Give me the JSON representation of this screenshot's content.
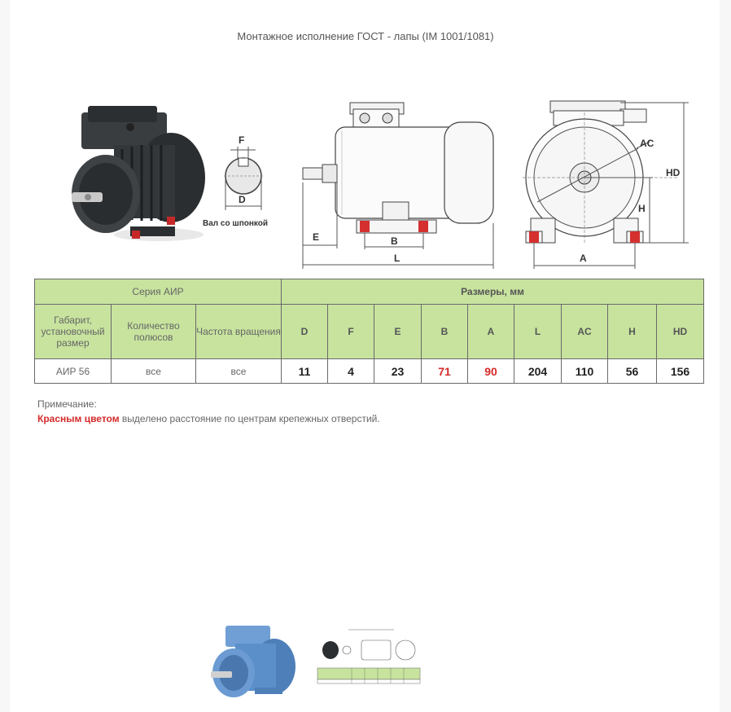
{
  "title": "Монтажное исполнение ГОСТ - лапы (IM 1001/1081)",
  "diagram": {
    "shaft_caption": "Вал со шпонкой",
    "labels": {
      "F": "F",
      "D": "D",
      "E": "E",
      "B": "B",
      "L": "L",
      "AC": "AC",
      "HD": "HD",
      "H": "H",
      "A": "A"
    }
  },
  "table": {
    "series_header": "Серия АИР",
    "dims_header": "Размеры, мм",
    "sub_headers": [
      "Габарит, установочный размер",
      "Количество полюсов",
      "Частота вращения"
    ],
    "dim_columns": [
      "D",
      "F",
      "E",
      "B",
      "A",
      "L",
      "AC",
      "H",
      "HD"
    ],
    "row": {
      "gabarit": "АИР 56",
      "poles": "все",
      "speed": "все",
      "values": [
        "11",
        "4",
        "23",
        "71",
        "90",
        "204",
        "110",
        "56",
        "156"
      ]
    }
  },
  "note": {
    "heading": "Примечание:",
    "red_part": "Красным цветом",
    "rest": " выделено расстояние по центрам крепежных отверстий."
  },
  "colors": {
    "table_header_green": "#c7e39e",
    "highlight_red": "#d42a2a",
    "motor_dark": "#2b2e30",
    "thumb_blue": "#5b8fc9"
  }
}
